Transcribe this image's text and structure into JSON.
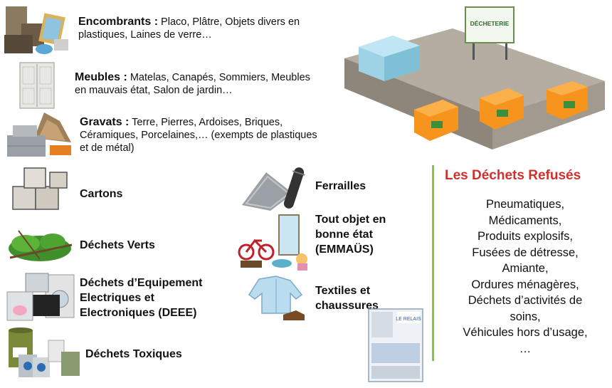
{
  "categories": {
    "encombrants": {
      "title": "Encombrants :",
      "desc_l1": "Placo, Plâtre, Objets divers en",
      "desc_l2": "plastiques, Laines de verre…"
    },
    "meubles": {
      "title": "Meubles :",
      "desc_l1": "Matelas, Canapés, Sommiers, Meubles",
      "desc_l2": "en mauvais état, Salon de jardin…"
    },
    "gravats": {
      "title": "Gravats :",
      "desc_l1": "Terre, Pierres, Ardoises, Briques,",
      "desc_l2": "Céramiques, Porcelaines,… (exempts de plastiques",
      "desc_l3": "et de métal)"
    },
    "cartons": {
      "title": "Cartons"
    },
    "dechets_verts": {
      "title": "Déchets Verts"
    },
    "deee": {
      "title_l1": "Déchets d’Equipement",
      "title_l2": "Electriques et",
      "title_l3": "Electroniques (DEEE)"
    },
    "toxiques": {
      "title": "Déchets Toxiques"
    },
    "ferrailles": {
      "title": "Ferrailles"
    },
    "emmaus": {
      "title_l1": "Tout objet en",
      "title_l2": "bonne état",
      "title_l3": "(EMMAÜS)"
    },
    "textiles": {
      "title_l1": "Textiles et",
      "title_l2": "chaussures"
    }
  },
  "decheterie_sign": "DÉCHETERIE",
  "relais_label": "LE RELAIS",
  "refused": {
    "title": "Les Déchets Refusés",
    "items": [
      "Pneumatiques,",
      "Médicaments,",
      "Produits explosifs,",
      "Fusées de détresse,",
      "Amiante,",
      "Ordures ménagères,",
      "Déchets d’activités de",
      "soins,",
      "Véhicules hors d’usage,",
      "…"
    ]
  },
  "colors": {
    "refused_title": "#d0312d",
    "divider": "#8bc34a",
    "bin": "#f7941d",
    "platform": "#a39a8f"
  }
}
